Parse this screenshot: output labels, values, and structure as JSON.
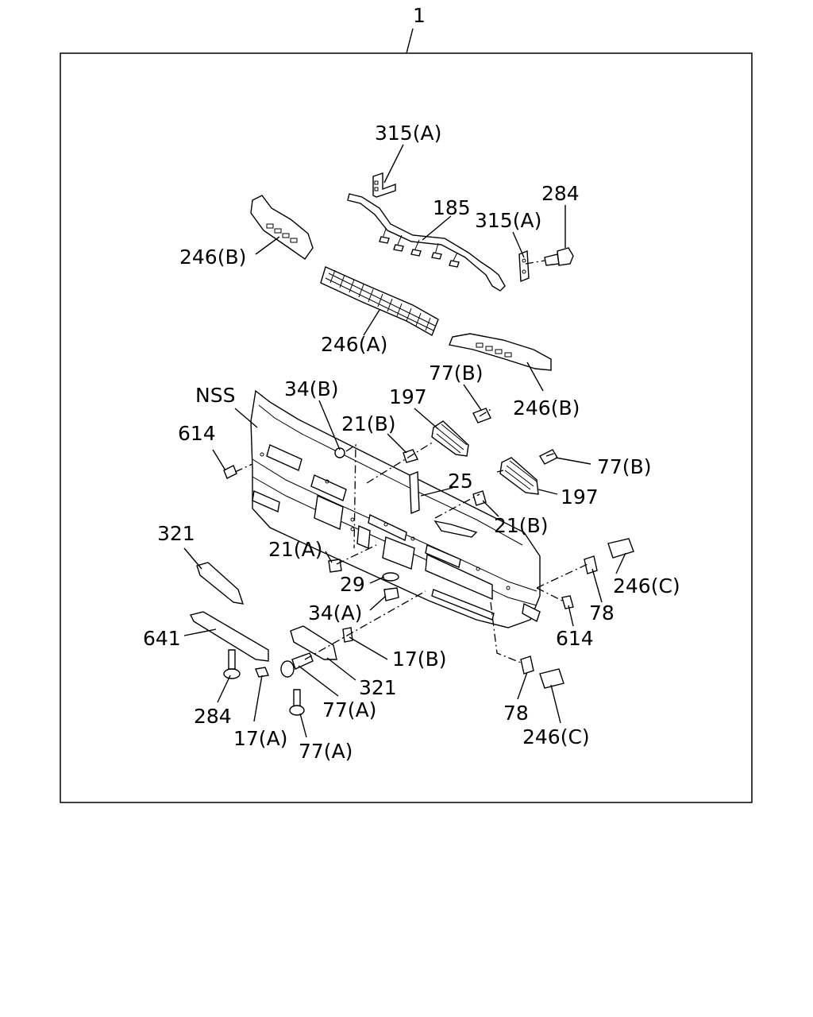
{
  "diagram": {
    "assembly_number": "1",
    "labels": {
      "l315a_top": "315(A)",
      "l185": "185",
      "l315a_right": "315(A)",
      "l284_top": "284",
      "l246b_left": "246(B)",
      "l246a": "246(A)",
      "l246b_right": "246(B)",
      "l77b_top": "77(B)",
      "l197_top": "197",
      "l34b": "34(B)",
      "lnss": "NSS",
      "l21b_left": "21(B)",
      "l614_left": "614",
      "l77b_right": "77(B)",
      "l25": "25",
      "l197_right": "197",
      "l21b_right": "21(B)",
      "l321_top": "321",
      "l21a": "21(A)",
      "l246c_top": "246(C)",
      "l29": "29",
      "l78_top": "78",
      "l34a": "34(A)",
      "l614_right": "614",
      "l641": "641",
      "l17b": "17(B)",
      "l321_bottom": "321",
      "l77a_mid": "77(A)",
      "l284_bottom": "284",
      "l78_bottom": "78",
      "l17a": "17(A)",
      "l77a_bottom": "77(A)",
      "l246c_bottom": "246(C)"
    }
  }
}
